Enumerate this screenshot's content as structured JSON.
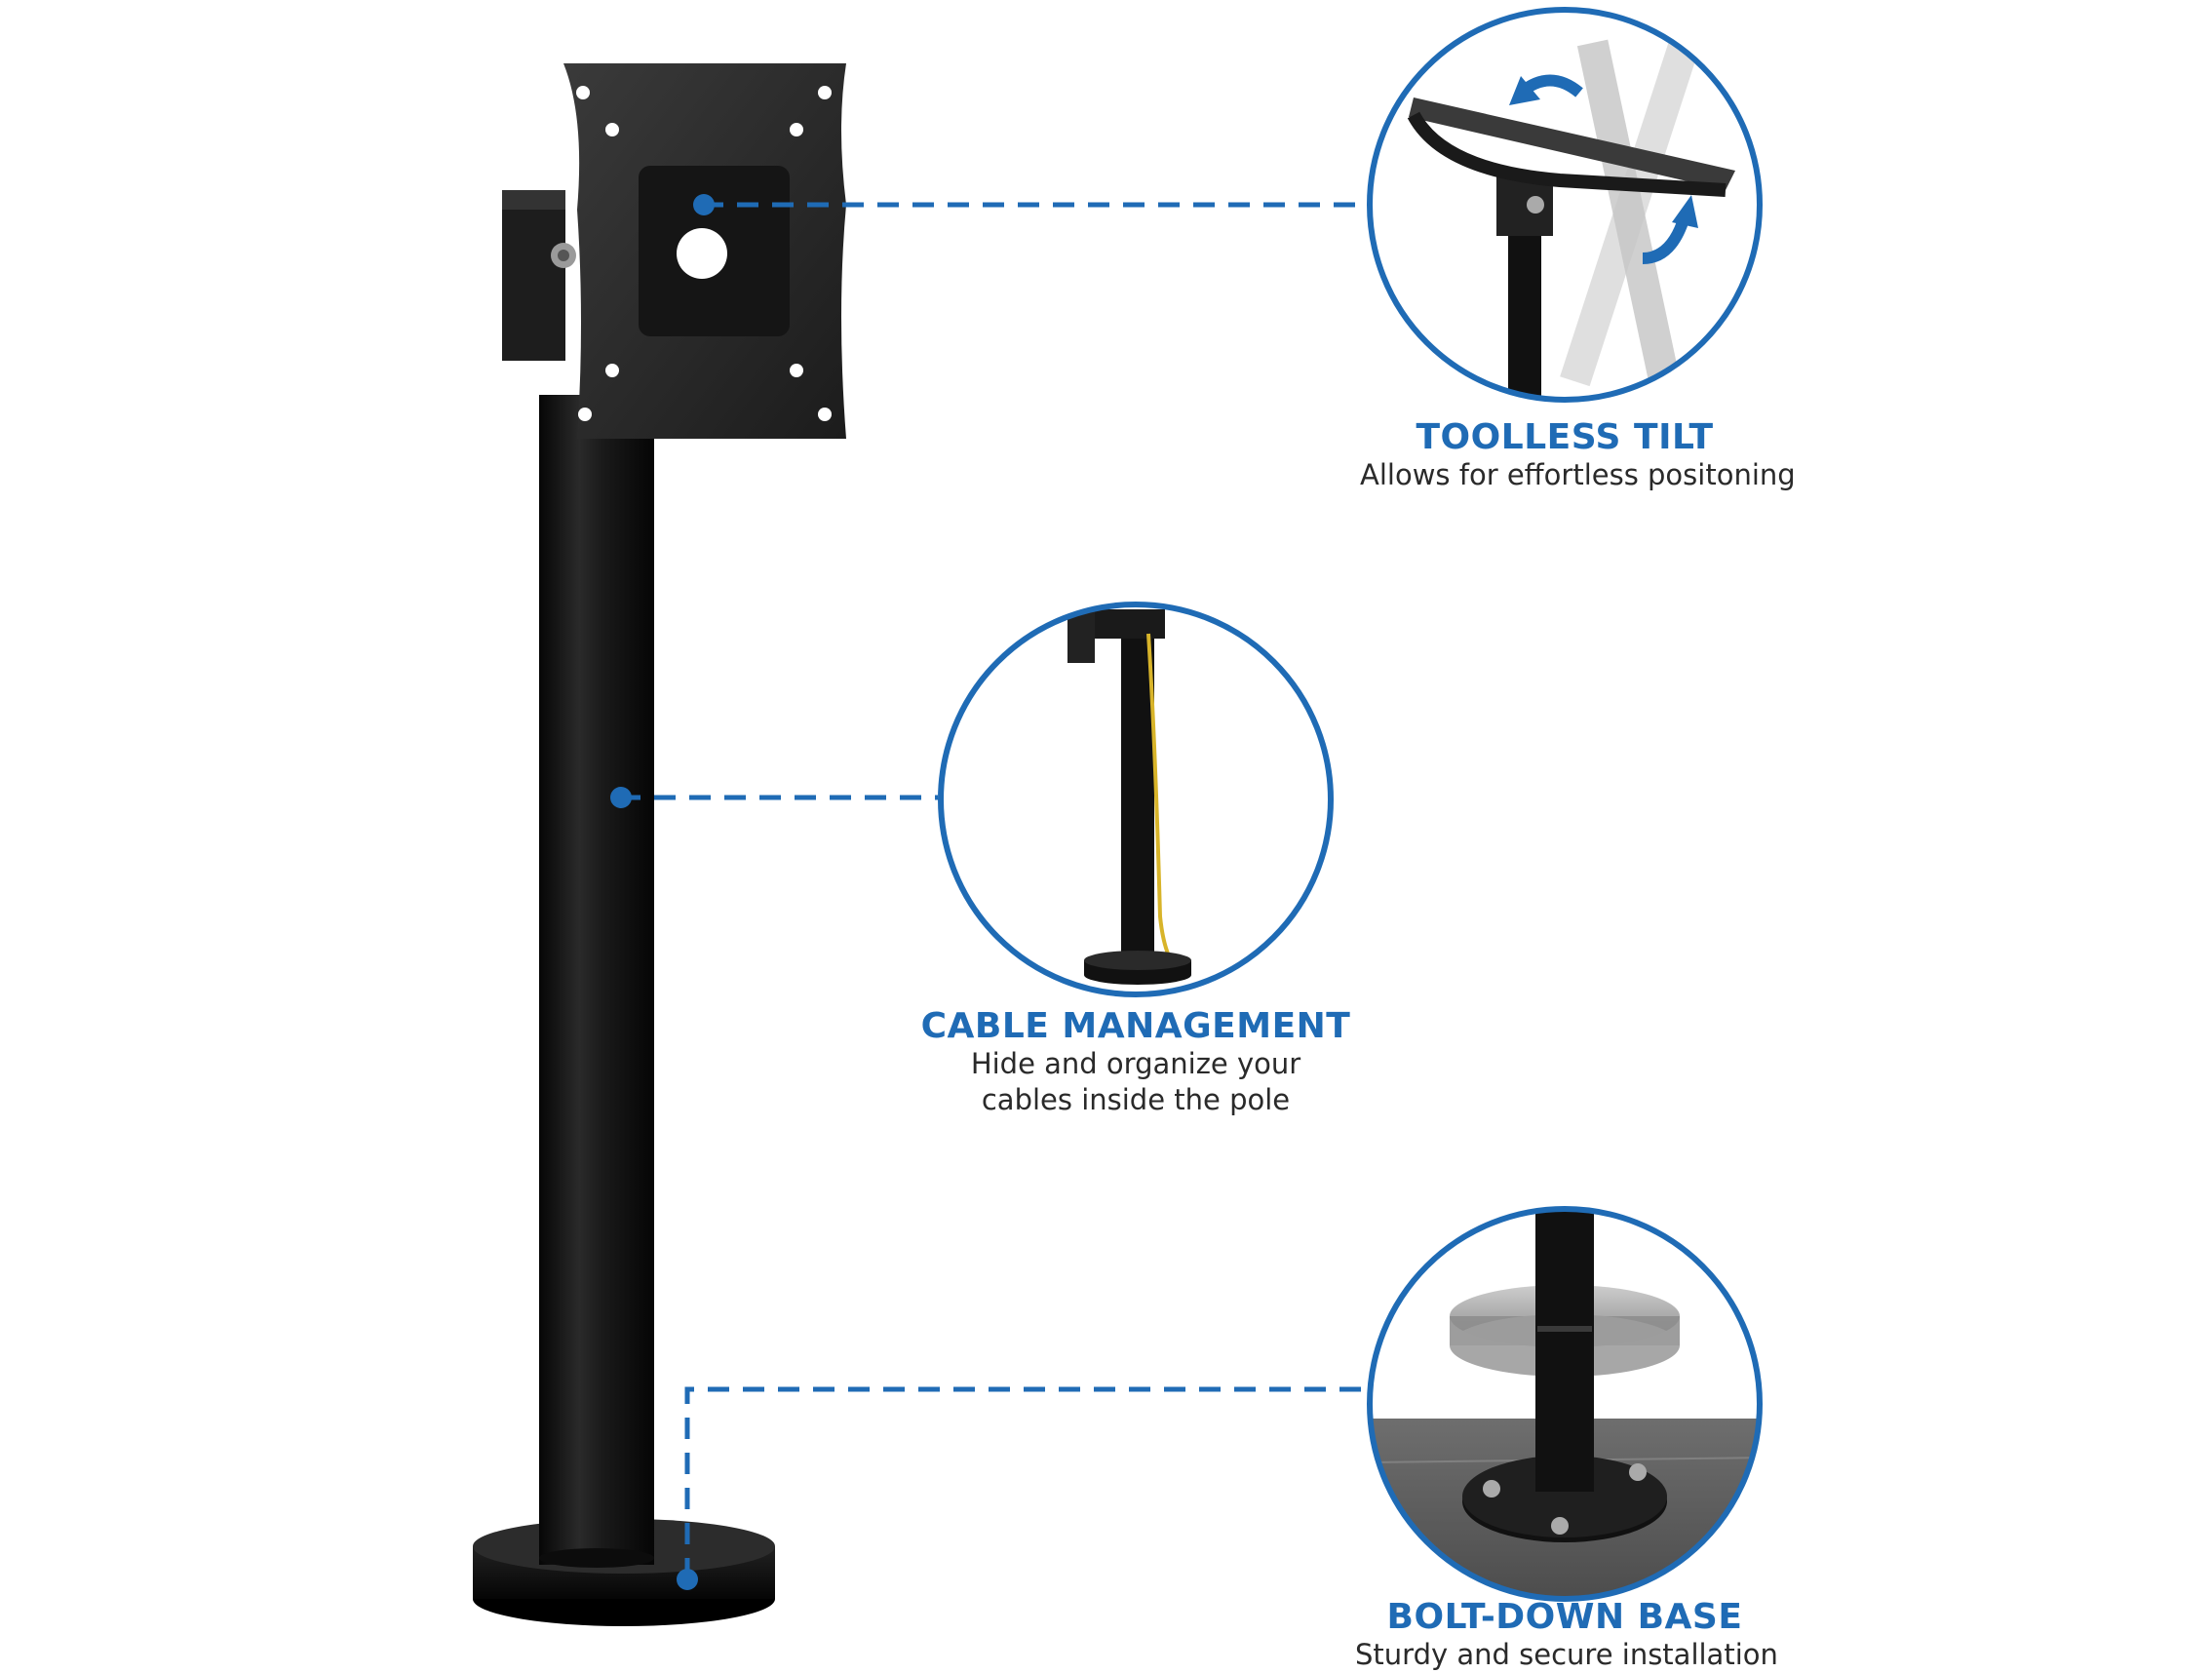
{
  "colors": {
    "accent": "#1f6bb5",
    "pole": "#111111",
    "background": "#ffffff"
  },
  "features": [
    {
      "title": "TOOLLESS TILT",
      "desc_lines": [
        "Allows for effortless positoning"
      ],
      "icon": "tilt-arrows-icon"
    },
    {
      "title": "CABLE MANAGEMENT",
      "desc_lines": [
        "Hide and organize your",
        "cables inside the pole"
      ],
      "icon": "cable-icon"
    },
    {
      "title": "BOLT-DOWN BASE",
      "desc_lines": [
        "Sturdy and secure installation"
      ],
      "icon": "bolt-icon"
    }
  ]
}
